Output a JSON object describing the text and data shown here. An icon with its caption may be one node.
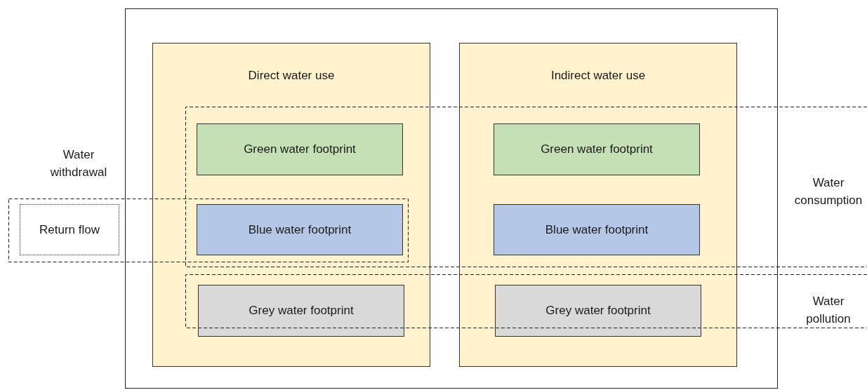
{
  "diagram": {
    "nodes": [
      {
        "text": [],
        "shape": "box"
      },
      {
        "text": [
          "Direct water use"
        ],
        "in": 0
      },
      {
        "text": [
          "Green water footprint"
        ]
      },
      {
        "text": [
          "Blue water footprint"
        ]
      },
      {
        "text": [
          "Grey water footprint"
        ],
        "in": 1
      },
      {
        "text": [
          "Indirect water use"
        ],
        "in": 0
      },
      {
        "text": [
          "Green water footprint"
        ]
      },
      {
        "text": [
          "Blue water footprint"
        ]
      },
      {
        "text": [
          "Grey water footprint"
        ],
        "in": 5
      },
      {
        "text": [
          "Water withdrawal"
        ]
      },
      {
        "text": [
          "Return flow"
        ],
        "in": 9
      },
      {
        "text": [
          "Water consumption"
        ]
      },
      {
        "text": [
          "Water pollution"
        ]
      }
    ]
  }
}
